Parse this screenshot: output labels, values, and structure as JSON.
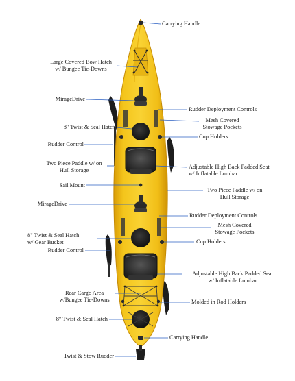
{
  "labels": {
    "carrying_handle_top": "Carrying Handle",
    "bow_hatch": [
      "Large Covered Bow Hatch",
      "w/ Bungee Tie-Downs"
    ],
    "miragedrive_front": "MirageDrive",
    "rudder_deploy_front": "Rudder Deployment Controls",
    "mesh_pockets_front": [
      "Mesh Covered",
      "Stowage Pockets"
    ],
    "twist_seal_front": "8\" Twist & Seal Hatch",
    "cup_holders_front": "Cup Holders",
    "rudder_control_front": "Rudder Control",
    "paddle_storage_left": [
      "Two Piece Paddle w/ on",
      "Hull Storage"
    ],
    "seat_front": [
      "Adjustable High Back Padded Seat",
      "w/ Inflatable Lumbar"
    ],
    "sail_mount": "Sail Mount",
    "paddle_storage_right": [
      "Two Piece Paddle w/ on",
      "Hull Storage"
    ],
    "miragedrive_rear": "MirageDrive",
    "rudder_deploy_rear": "Rudder Deployment Controls",
    "mesh_pockets_rear": [
      "Mesh Covered",
      "Stowage Pockets"
    ],
    "twist_seal_bucket": [
      "8\" Twist & Seal Hatch",
      "w/ Gear Bucket"
    ],
    "cup_holders_rear": "Cup Holders",
    "rudder_control_rear": "Rudder Control",
    "seat_rear": [
      "Adjustable High Back Padded Seat",
      "w/ Inflatable Lumbar"
    ],
    "rear_cargo": [
      "Rear Cargo Area",
      "w/Bungee Tie-Downs"
    ],
    "rod_holders": "Molded in Rod Holders",
    "twist_seal_stern": "8\" Twist & Seal Hatch",
    "carrying_handle_bottom": "Carrying Handle",
    "rudder": "Twist & Stow Rudder"
  },
  "colors": {
    "hull": "#f2c31a",
    "hull_edge": "#d79f0a",
    "hull_shade": "#e0ab10",
    "seat": "#2b2b2b",
    "hatch": "#222222",
    "leader_line": "#2a5fc2",
    "bungee": "#3a3a3a",
    "paddle": "#1e1e1e",
    "label_text": "#1a1a1a"
  }
}
